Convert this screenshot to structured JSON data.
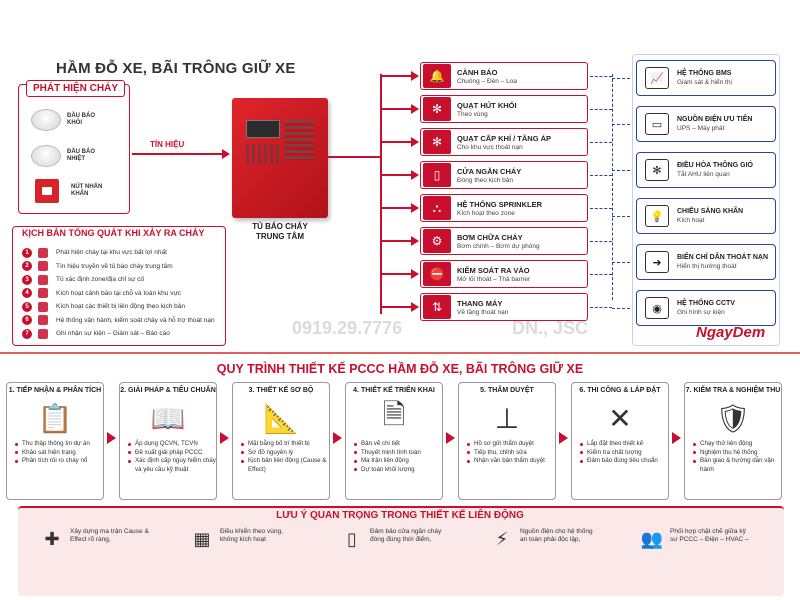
{
  "header": {
    "title": "HẦM ĐỖ XE, BÃI TRÔNG GIỮ XE"
  },
  "detection": {
    "tag": "PHÁT HIỆN CHÁY",
    "items": [
      {
        "label": "ĐẦU BÁO KHÓI",
        "icon": "smoke-detector-icon"
      },
      {
        "label": "ĐẦU BÁO NHIỆT",
        "icon": "heat-detector-icon"
      },
      {
        "label": "NÚT NHẤN KHẨN",
        "icon": "call-point-icon"
      }
    ]
  },
  "signal_label": "TÍN HIỆU",
  "panel": {
    "label": "TỦ BÁO CHÁY TRUNG TÂM"
  },
  "functions": [
    {
      "title": "CẢNH BÁO",
      "sub": "Chuông – Đèn – Loa",
      "icon": "alarm-bell-icon",
      "glyph": "🔔"
    },
    {
      "title": "QUẠT HÚT KHÓI",
      "sub": "Theo vùng",
      "icon": "exhaust-fan-icon",
      "glyph": "✻"
    },
    {
      "title": "QUẠT CẤP KHÍ / TĂNG ÁP",
      "sub": "Cho khu vực thoát nạn",
      "icon": "supply-fan-icon",
      "glyph": "✻"
    },
    {
      "title": "CỬA NGĂN CHÁY",
      "sub": "Đóng theo kịch bản",
      "icon": "fire-door-icon",
      "glyph": "▯"
    },
    {
      "title": "HỆ THỐNG SPRINKLER",
      "sub": "Kích hoạt theo zone",
      "icon": "sprinkler-icon",
      "glyph": "⛬"
    },
    {
      "title": "BƠM CHỮA CHÁY",
      "sub": "Bơm chính – Bơm dự phòng",
      "icon": "fire-pump-icon",
      "glyph": "⚙"
    },
    {
      "title": "KIỂM SOÁT RA VÀO",
      "sub": "Mở lối thoát – Thả barrier",
      "icon": "access-control-icon",
      "glyph": "⛔"
    },
    {
      "title": "THANG MÁY",
      "sub": "Về tầng thoát nạn",
      "icon": "elevator-icon",
      "glyph": "⇅"
    }
  ],
  "systems": [
    {
      "title": "HỆ THỐNG BMS",
      "sub": "Giám sát & hiển thị",
      "icon": "bms-monitor-icon",
      "glyph": "📈"
    },
    {
      "title": "NGUỒN ĐIỆN ƯU TIÊN",
      "sub": "UPS – Máy phát",
      "icon": "ups-icon",
      "glyph": "▭"
    },
    {
      "title": "ĐIỀU HÒA THÔNG GIÓ",
      "sub": "Tắt AHU liên quan",
      "icon": "hvac-icon",
      "glyph": "✻"
    },
    {
      "title": "CHIẾU SÁNG KHẨN",
      "sub": "Kích hoạt",
      "icon": "emergency-light-icon",
      "glyph": "💡"
    },
    {
      "title": "BIỂN CHỈ DẪN THOÁT NẠN",
      "sub": "Hiển thị hướng thoát",
      "icon": "exit-sign-icon",
      "glyph": "➜"
    },
    {
      "title": "HỆ THỐNG CCTV",
      "sub": "Ghi hình sự kiện",
      "icon": "cctv-icon",
      "glyph": "◉"
    }
  ],
  "scenario": {
    "title": "KỊCH BẢN TỔNG QUÁT KHI XẢY RA CHÁY",
    "steps": [
      {
        "num": "1",
        "text": "Phát hiện cháy tại khu vực bất lợi nhất"
      },
      {
        "num": "2",
        "text": "Tín hiệu truyền về tủ báo cháy trung tâm"
      },
      {
        "num": "3",
        "text": "Tủ xác định zone/địa chỉ sự cố"
      },
      {
        "num": "4",
        "text": "Kích hoạt cảnh báo tại chỗ và toàn khu vực"
      },
      {
        "num": "5",
        "text": "Kích hoạt các thiết bị liên động theo kịch bản"
      },
      {
        "num": "6",
        "text": "Hệ thống vận hành, kiểm soát cháy và hỗ trợ thoát nạn"
      },
      {
        "num": "7",
        "text": "Ghi nhận sự kiện – Giám sát – Báo cáo"
      }
    ]
  },
  "watermarks": {
    "phone": "0919.29.7776",
    "company": "DN., JSC"
  },
  "brand": "NgayDem",
  "process": {
    "title": "QUY TRÌNH THIẾT KẾ PCCC HẦM ĐỖ XE, BÃI TRÔNG GIỮ XE",
    "steps": [
      {
        "title": "1. TIẾP NHẬN & PHÂN TÍCH",
        "icon": "clipboard-icon",
        "glyph": "📋",
        "items": [
          "Thu thập thông tin dự án",
          "Khảo sát hiện trạng",
          "Phân tích rủi ro cháy nổ"
        ]
      },
      {
        "title": "2. GIẢI PHÁP & TIÊU CHUẨN",
        "icon": "book-icon",
        "glyph": "📖",
        "items": [
          "Áp dụng QCVN, TCVN",
          "Đề xuất giải pháp PCCC",
          "Xác định cấp nguy hiểm cháy và yêu cầu kỹ thuật"
        ]
      },
      {
        "title": "3. THIẾT KẾ SƠ BỘ",
        "icon": "compass-icon",
        "glyph": "📐",
        "items": [
          "Mặt bằng bố trí thiết bị",
          "Sơ đồ nguyên lý",
          "Kịch bản liên động (Cause & Effect)"
        ]
      },
      {
        "title": "4. THIẾT KẾ TRIỂN KHAI",
        "icon": "blueprint-icon",
        "glyph": "🗎",
        "items": [
          "Bản vẽ chi tiết",
          "Thuyết minh tính toán",
          "Ma trận liên động",
          "Dự toán khối lượng"
        ]
      },
      {
        "title": "5. THẨM DUYỆT",
        "icon": "stamp-icon",
        "glyph": "⊥",
        "items": [
          "Hồ sơ gửi thẩm duyệt",
          "Tiếp thu, chỉnh sửa",
          "Nhận văn bản thẩm duyệt"
        ]
      },
      {
        "title": "6. THI CÔNG & LẮP ĐẶT",
        "icon": "tools-icon",
        "glyph": "✕",
        "items": [
          "Lắp đặt theo thiết kế",
          "Kiểm tra chất lượng",
          "Đảm bảo đúng tiêu chuẩn"
        ]
      },
      {
        "title": "7. KIỂM TRA & NGHIỆM THU",
        "icon": "shield-check-icon",
        "glyph": "🛡",
        "items": [
          "Chạy thử liên động",
          "Nghiệm thu hệ thống",
          "Bàn giao & hướng dẫn vận hành"
        ]
      }
    ]
  },
  "notes": {
    "title": "LƯU Ý QUAN TRỌNG TRONG THIẾT KẾ LIÊN ĐỘNG",
    "items": [
      {
        "text": "Xây dựng ma trận Cause & Effect rõ ràng,",
        "icon": "puzzle-icon",
        "glyph": "✚"
      },
      {
        "text": "Điều khiển theo vùng, không kích hoạt",
        "icon": "grid-icon",
        "glyph": "▦"
      },
      {
        "text": "Đảm bảo cửa ngăn cháy đóng đúng thời điểm,",
        "icon": "door-icon",
        "glyph": "▯"
      },
      {
        "text": "Nguồn điện cho hệ thống an toàn phải độc lập,",
        "icon": "lightning-icon",
        "glyph": "⚡"
      },
      {
        "text": "Phối hợp chặt chẽ giữa kỹ sư PCCC – Điện – HVAC –",
        "icon": "team-icon",
        "glyph": "👥"
      }
    ]
  }
}
